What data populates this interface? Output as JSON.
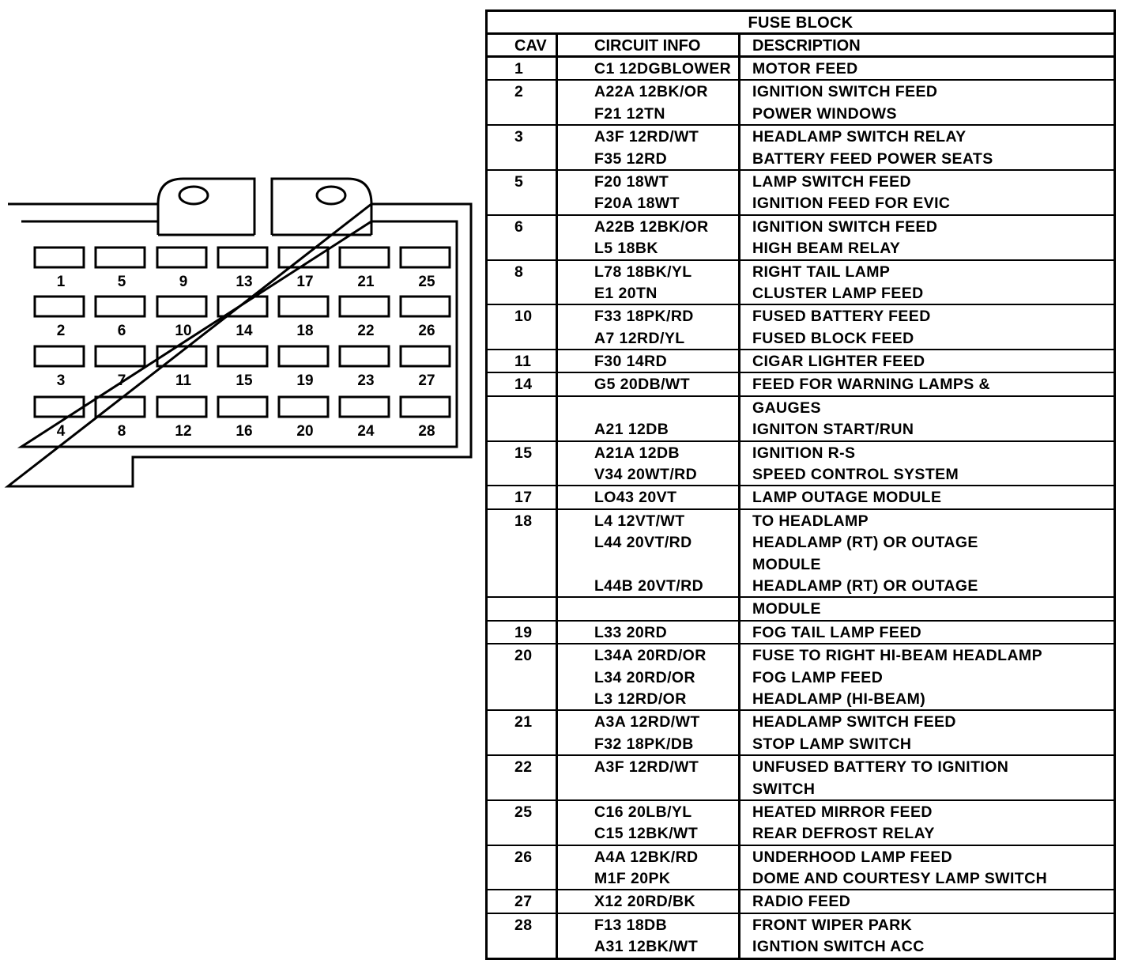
{
  "fuse_block": {
    "title": "FUSE BLOCK",
    "headers": {
      "cav": "CAV",
      "circuit": "CIRCUIT INFO",
      "description": "DESCRIPTION"
    },
    "rows": [
      {
        "cav": "1",
        "circuits": [
          "C1 12DGBLOWER"
        ],
        "descriptions": [
          "MOTOR FEED"
        ]
      },
      {
        "cav": "2",
        "circuits": [
          "A22A 12BK/OR",
          "F21 12TN"
        ],
        "descriptions": [
          "IGNITION SWITCH FEED",
          "POWER WINDOWS"
        ]
      },
      {
        "cav": "3",
        "circuits": [
          "A3F 12RD/WT",
          "F35 12RD"
        ],
        "descriptions": [
          "HEADLAMP SWITCH RELAY",
          "BATTERY FEED POWER SEATS"
        ]
      },
      {
        "cav": "5",
        "circuits": [
          "F20 18WT",
          "F20A 18WT"
        ],
        "descriptions": [
          "LAMP SWITCH FEED",
          "IGNITION FEED FOR EVIC"
        ]
      },
      {
        "cav": "6",
        "circuits": [
          "A22B 12BK/OR",
          "L5 18BK"
        ],
        "descriptions": [
          "IGNITION SWITCH FEED",
          "HIGH BEAM RELAY"
        ]
      },
      {
        "cav": "8",
        "circuits": [
          "L78 18BK/YL",
          "E1 20TN"
        ],
        "descriptions": [
          "RIGHT TAIL LAMP",
          "CLUSTER LAMP FEED"
        ]
      },
      {
        "cav": "10",
        "circuits": [
          "F33 18PK/RD",
          "A7 12RD/YL"
        ],
        "descriptions": [
          "FUSED BATTERY FEED",
          "FUSED BLOCK FEED"
        ]
      },
      {
        "cav": "11",
        "circuits": [
          "F30 14RD"
        ],
        "descriptions": [
          "CIGAR LIGHTER FEED"
        ]
      },
      {
        "cav": "14",
        "circuits": [
          "G5 20DB/WT"
        ],
        "descriptions": [
          "FEED FOR WARNING LAMPS &"
        ]
      },
      {
        "cav": "",
        "circuits": [
          "",
          "A21 12DB"
        ],
        "descriptions": [
          "GAUGES",
          "IGNITON START/RUN"
        ]
      },
      {
        "cav": "15",
        "circuits": [
          "A21A 12DB",
          "V34 20WT/RD"
        ],
        "descriptions": [
          "IGNITION R-S",
          "SPEED CONTROL SYSTEM"
        ]
      },
      {
        "cav": "17",
        "circuits": [
          "LO43 20VT"
        ],
        "descriptions": [
          "LAMP OUTAGE MODULE"
        ]
      },
      {
        "cav": "18",
        "circuits": [
          "L4 12VT/WT",
          "L44 20VT/RD",
          "",
          "L44B 20VT/RD"
        ],
        "descriptions": [
          "TO HEADLAMP",
          "HEADLAMP (RT) OR OUTAGE",
          "MODULE",
          "HEADLAMP (RT) OR OUTAGE"
        ]
      },
      {
        "cav": "",
        "circuits": [
          ""
        ],
        "descriptions": [
          "MODULE"
        ]
      },
      {
        "cav": "19",
        "circuits": [
          "L33 20RD"
        ],
        "descriptions": [
          "FOG TAIL LAMP FEED"
        ]
      },
      {
        "cav": "20",
        "circuits": [
          "L34A 20RD/OR",
          "L34 20RD/OR",
          "L3 12RD/OR"
        ],
        "descriptions": [
          "FUSE TO RIGHT HI-BEAM HEADLAMP",
          "FOG LAMP FEED",
          "HEADLAMP (HI-BEAM)"
        ]
      },
      {
        "cav": "21",
        "circuits": [
          "A3A 12RD/WT",
          "F32 18PK/DB"
        ],
        "descriptions": [
          "HEADLAMP SWITCH FEED",
          "STOP LAMP SWITCH"
        ]
      },
      {
        "cav": "22",
        "circuits": [
          "A3F 12RD/WT"
        ],
        "descriptions": [
          "UNFUSED BATTERY TO IGNITION",
          "SWITCH"
        ]
      },
      {
        "cav": "25",
        "circuits": [
          "C16 20LB/YL",
          "C15 12BK/WT"
        ],
        "descriptions": [
          "HEATED MIRROR FEED",
          "REAR DEFROST RELAY"
        ]
      },
      {
        "cav": "26",
        "circuits": [
          "A4A 12BK/RD",
          "M1F 20PK"
        ],
        "descriptions": [
          "UNDERHOOD LAMP FEED",
          "DOME AND COURTESY LAMP SWITCH"
        ]
      },
      {
        "cav": "27",
        "circuits": [
          "X12 20RD/BK"
        ],
        "descriptions": [
          "RADIO FEED"
        ]
      },
      {
        "cav": "28",
        "circuits": [
          "F13 18DB",
          "A31 12BK/WT"
        ],
        "descriptions": [
          "FRONT WIPER PARK",
          "IGNTION SWITCH ACC"
        ]
      }
    ]
  },
  "connector": {
    "cavity_columns": [
      [
        "1",
        "2",
        "3",
        "4"
      ],
      [
        "5",
        "6",
        "7",
        "8"
      ],
      [
        "9",
        "10",
        "11",
        "12"
      ],
      [
        "13",
        "14",
        "15",
        "16"
      ],
      [
        "17",
        "18",
        "19",
        "20"
      ],
      [
        "21",
        "22",
        "23",
        "24"
      ],
      [
        "25",
        "26",
        "27",
        "28"
      ]
    ]
  }
}
